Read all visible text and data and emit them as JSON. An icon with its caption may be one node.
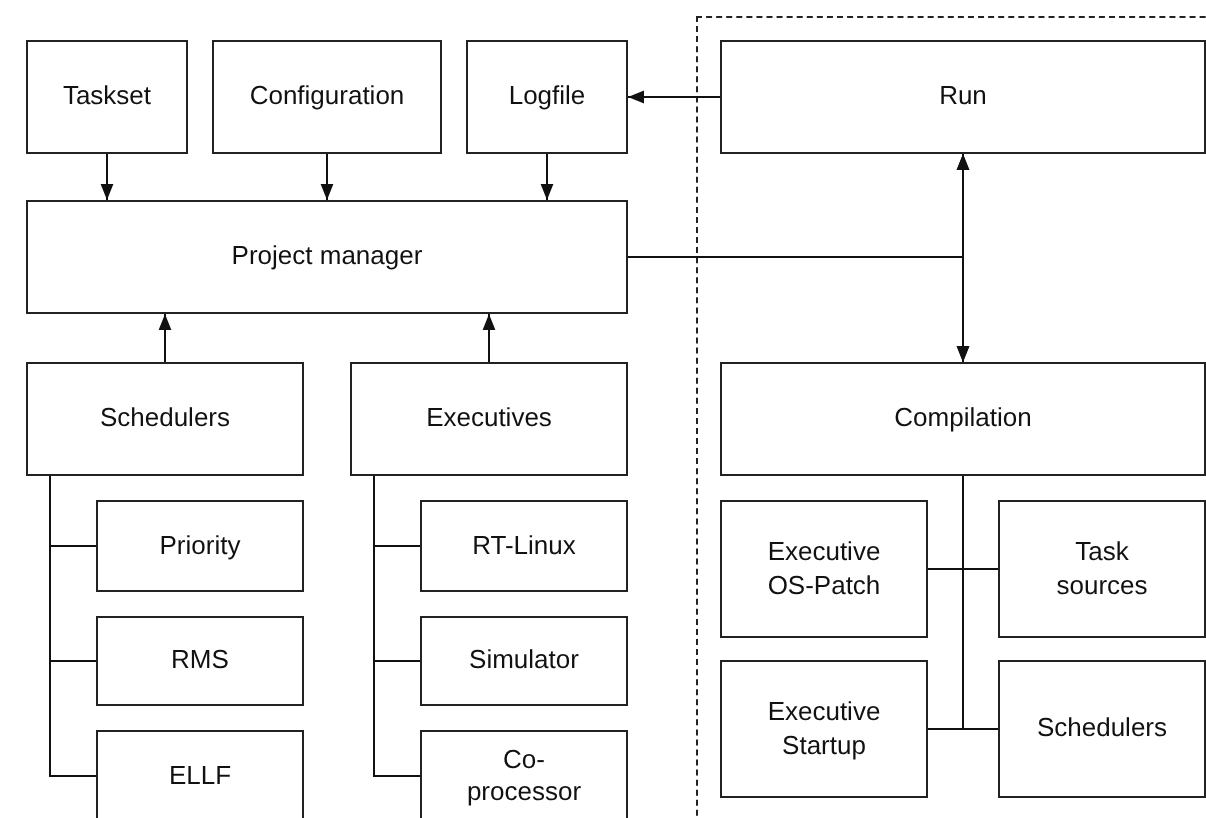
{
  "diagram": {
    "nodes": [
      {
        "text": [
          "Taskset"
        ]
      },
      {
        "text": [
          "Configuration"
        ]
      },
      {
        "text": [
          "Logfile"
        ]
      },
      {
        "text": [],
        "shape": "box"
      },
      {
        "text": [
          "Run"
        ],
        "in": 3
      },
      {
        "text": [
          "Project manager"
        ]
      },
      {
        "text": [
          "Schedulers"
        ]
      },
      {
        "text": [
          "Executives"
        ]
      },
      {
        "text": [
          "Compilation"
        ],
        "in": 3
      },
      {
        "text": [
          "Priority"
        ]
      },
      {
        "text": [
          "RT-Linux"
        ]
      },
      {
        "text": [
          "Executive OS-Patch"
        ],
        "in": 3
      },
      {
        "text": [
          "Task sources"
        ],
        "in": 3
      },
      {
        "text": [
          "RMS"
        ]
      },
      {
        "text": [
          "Simulator"
        ]
      },
      {
        "text": [
          "Executive Startup"
        ],
        "in": 3
      },
      {
        "text": [
          "Schedulers"
        ],
        "in": 3
      },
      {
        "text": [
          "ELLF"
        ]
      },
      {
        "text": [
          "Co-processor"
        ]
      }
    ],
    "edges": [
      {
        "from": 0,
        "to": 5,
        "arrow": "to"
      },
      {
        "from": 1,
        "to": 5,
        "arrow": "to"
      },
      {
        "from": 2,
        "to": 5,
        "arrow": "to"
      },
      {
        "from": 4,
        "to": 2,
        "arrow": "to"
      },
      {
        "from": 6,
        "to": 5,
        "arrow": "to"
      },
      {
        "from": 7,
        "to": 5,
        "arrow": "to"
      },
      {
        "from": 5,
        "to": 4,
        "arrow": "to"
      },
      {
        "from": 5,
        "to": 8,
        "arrow": "to"
      },
      {
        "from": 4,
        "to": 8,
        "arrow": "both"
      },
      {
        "from": 6,
        "to": 9,
        "arrow": "none"
      },
      {
        "from": 6,
        "to": 13,
        "arrow": "none"
      },
      {
        "from": 6,
        "to": 17,
        "arrow": "none"
      },
      {
        "from": 7,
        "to": 10,
        "arrow": "none"
      },
      {
        "from": 7,
        "to": 14,
        "arrow": "none"
      },
      {
        "from": 7,
        "to": 18,
        "arrow": "none"
      },
      {
        "from": 8,
        "to": 11,
        "arrow": "none"
      },
      {
        "from": 8,
        "to": 12,
        "arrow": "none"
      },
      {
        "from": 8,
        "to": 15,
        "arrow": "none"
      },
      {
        "from": 8,
        "to": 16,
        "arrow": "none"
      }
    ]
  }
}
